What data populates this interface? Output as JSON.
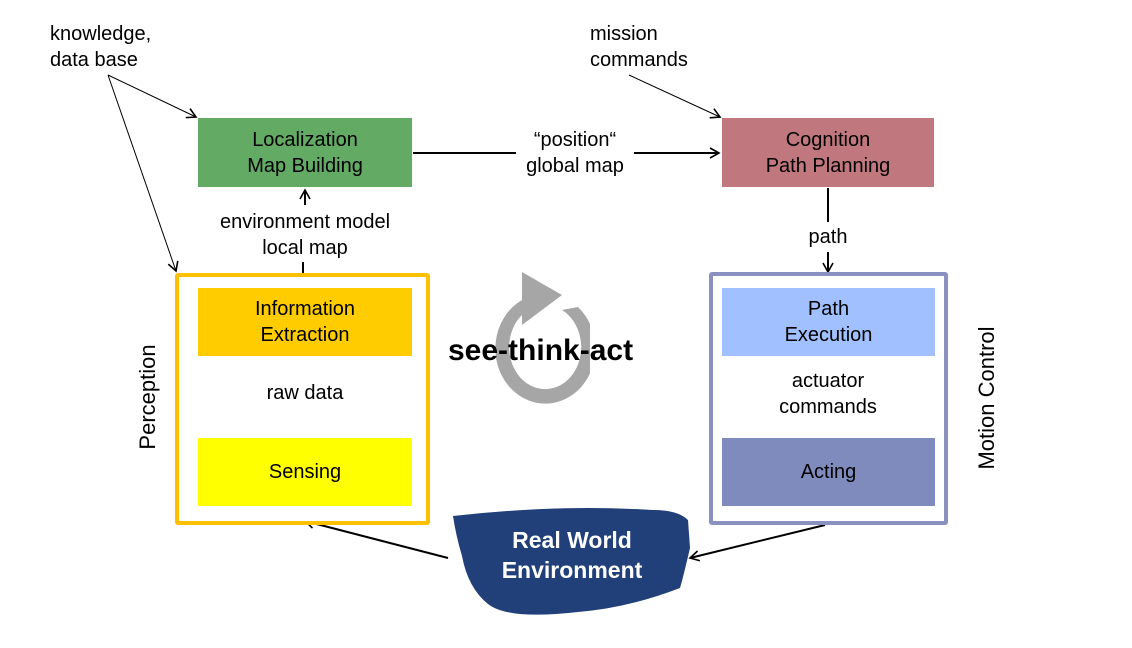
{
  "colors": {
    "localization": "#63ab64",
    "cognition": "#c0787e",
    "perception_frame": "#ffc000",
    "info_extraction": "#ffcc00",
    "sensing": "#ffff00",
    "motion_frame": "#8a90c0",
    "path_execution": "#a0c0ff",
    "acting": "#7f8bbd",
    "environment": "#213f79",
    "cycle_arrow": "#a6a6a6"
  },
  "inputs": {
    "knowledge": "knowledge,\ndata base",
    "mission": "mission\ncommands"
  },
  "boxes": {
    "localization": "Localization\nMap Building",
    "cognition": "Cognition\nPath Planning",
    "info_extraction": "Information\nExtraction",
    "sensing": "Sensing",
    "path_execution": "Path\nExecution",
    "acting": "Acting"
  },
  "edges": {
    "position_global_map": "“position“\nglobal map",
    "environment_model": "environment model\nlocal map",
    "path": "path",
    "raw_data": "raw data",
    "actuator_commands": "actuator\ncommands"
  },
  "groups": {
    "perception": "Perception",
    "motion_control": "Motion Control"
  },
  "center": {
    "title": "see-think-act"
  },
  "environment": {
    "label": "Real World\nEnvironment"
  }
}
